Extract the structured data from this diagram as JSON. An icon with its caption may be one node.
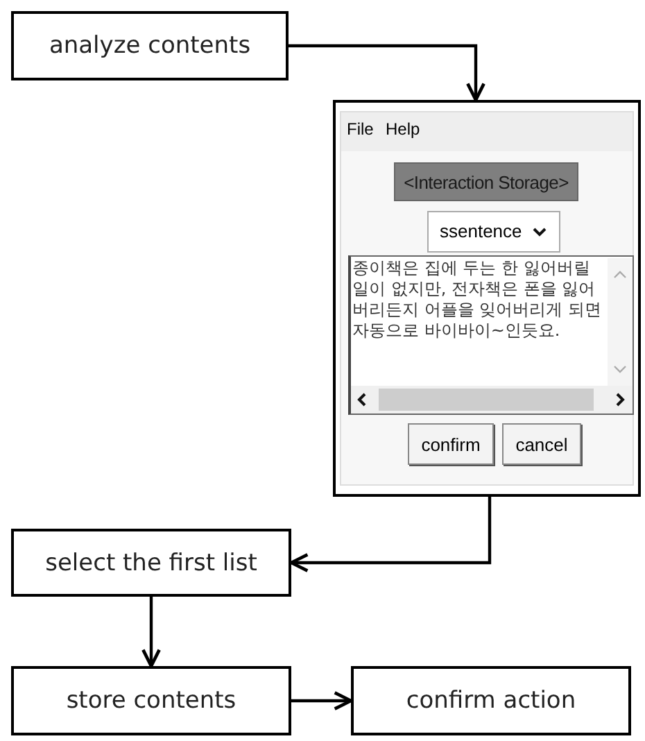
{
  "diagram": {
    "nodes": [
      {
        "text": [
          "analyze contents"
        ]
      },
      {
        "text": [
          "File",
          "Help",
          "<Interaction Storage>",
          "ssentence",
          "종이책은 집에 두는 한 잃어버릴 일이 없지만, 전자책은 폰을 잃어버리든지 어플을 잊어버리게 되면 자동으로 바이바이~인듯요.",
          "confirm",
          "cancel"
        ]
      },
      {
        "text": [
          "select the first list"
        ]
      },
      {
        "text": [
          "store contents"
        ]
      },
      {
        "text": [
          "confirm action"
        ]
      }
    ],
    "edges": [
      {
        "from": 0,
        "to": 1,
        "arrow": "to"
      },
      {
        "from": 1,
        "to": 2,
        "arrow": "to"
      },
      {
        "from": 2,
        "to": 3,
        "arrow": "to"
      },
      {
        "from": 3,
        "to": 4,
        "arrow": "to"
      }
    ]
  }
}
